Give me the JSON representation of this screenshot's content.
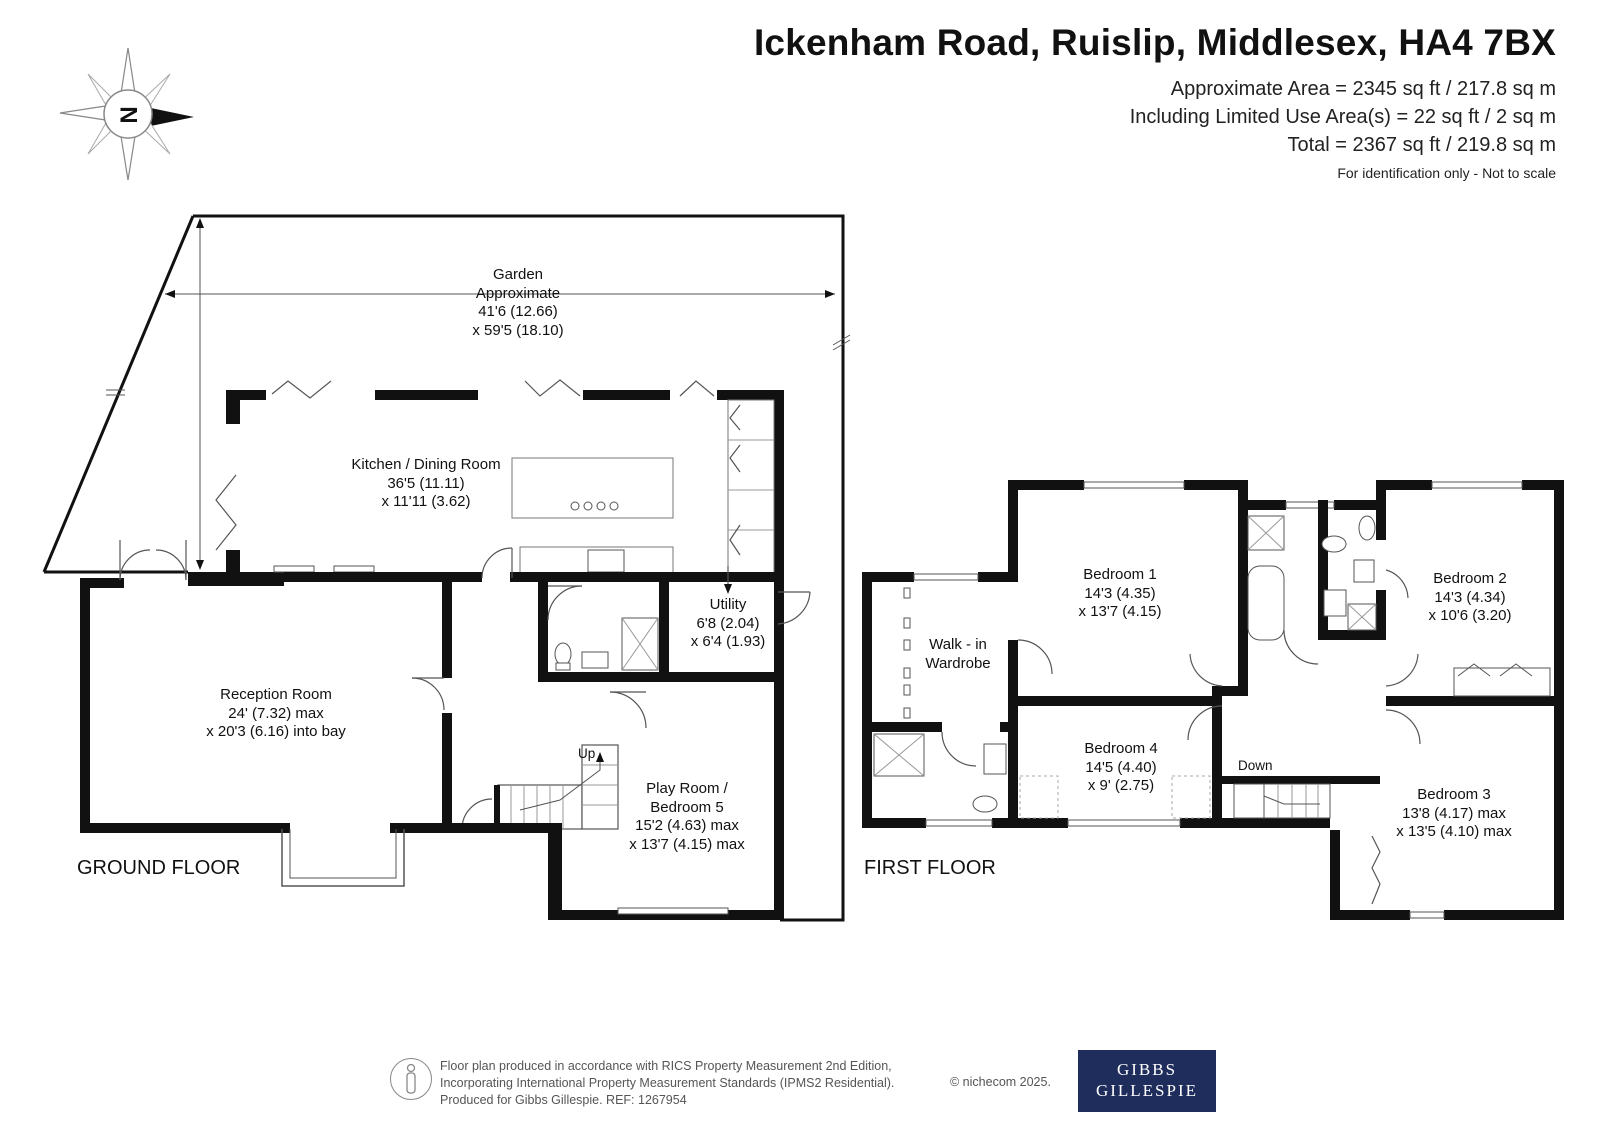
{
  "header": {
    "title": "Ickenham Road, Ruislip, Middlesex, HA4 7BX",
    "approx_area": "Approximate Area = 2345 sq ft / 217.8 sq m",
    "limited_use": "Including Limited Use Area(s) = 22 sq ft / 2 sq m",
    "total": "Total = 2367 sq ft / 219.8 sq m",
    "note": "For identification only - Not to scale"
  },
  "compass": {
    "label": "N"
  },
  "ground_floor": {
    "label": "GROUND FLOOR",
    "garden": [
      "Garden",
      "Approximate",
      "41'6 (12.66)",
      "x 59'5 (18.10)"
    ],
    "kitchen": [
      "Kitchen / Dining Room",
      "36'5 (11.11)",
      "x 11'11 (3.62)"
    ],
    "utility": [
      "Utility",
      "6'8 (2.04)",
      "x 6'4 (1.93)"
    ],
    "reception": [
      "Reception Room",
      "24' (7.32) max",
      "x 20'3 (6.16) into bay"
    ],
    "playroom": [
      "Play Room /",
      "Bedroom 5",
      "15'2 (4.63) max",
      "x 13'7 (4.15) max"
    ],
    "stairs_label": "Up"
  },
  "first_floor": {
    "label": "FIRST FLOOR",
    "wardrobe": [
      "Walk - in",
      "Wardrobe"
    ],
    "bedroom1": [
      "Bedroom 1",
      "14'3 (4.35)",
      "x 13'7 (4.15)"
    ],
    "bedroom2": [
      "Bedroom 2",
      "14'3 (4.34)",
      "x 10'6 (3.20)"
    ],
    "bedroom3": [
      "Bedroom 3",
      "13'8 (4.17) max",
      "x 13'5 (4.10) max"
    ],
    "bedroom4": [
      "Bedroom 4",
      "14'5 (4.40)",
      "x 9' (2.75)"
    ],
    "stairs_label": "Down"
  },
  "footer": {
    "lines": [
      "Floor plan produced in accordance with RICS Property Measurement 2nd Edition,",
      "Incorporating International Property Measurement Standards (IPMS2 Residential).",
      "Produced for Gibbs Gillespie.   REF:  1267954"
    ],
    "credit": "© nichecom 2025.",
    "logo_line1": "GIBBS",
    "logo_line2": "GILLESPIE"
  }
}
